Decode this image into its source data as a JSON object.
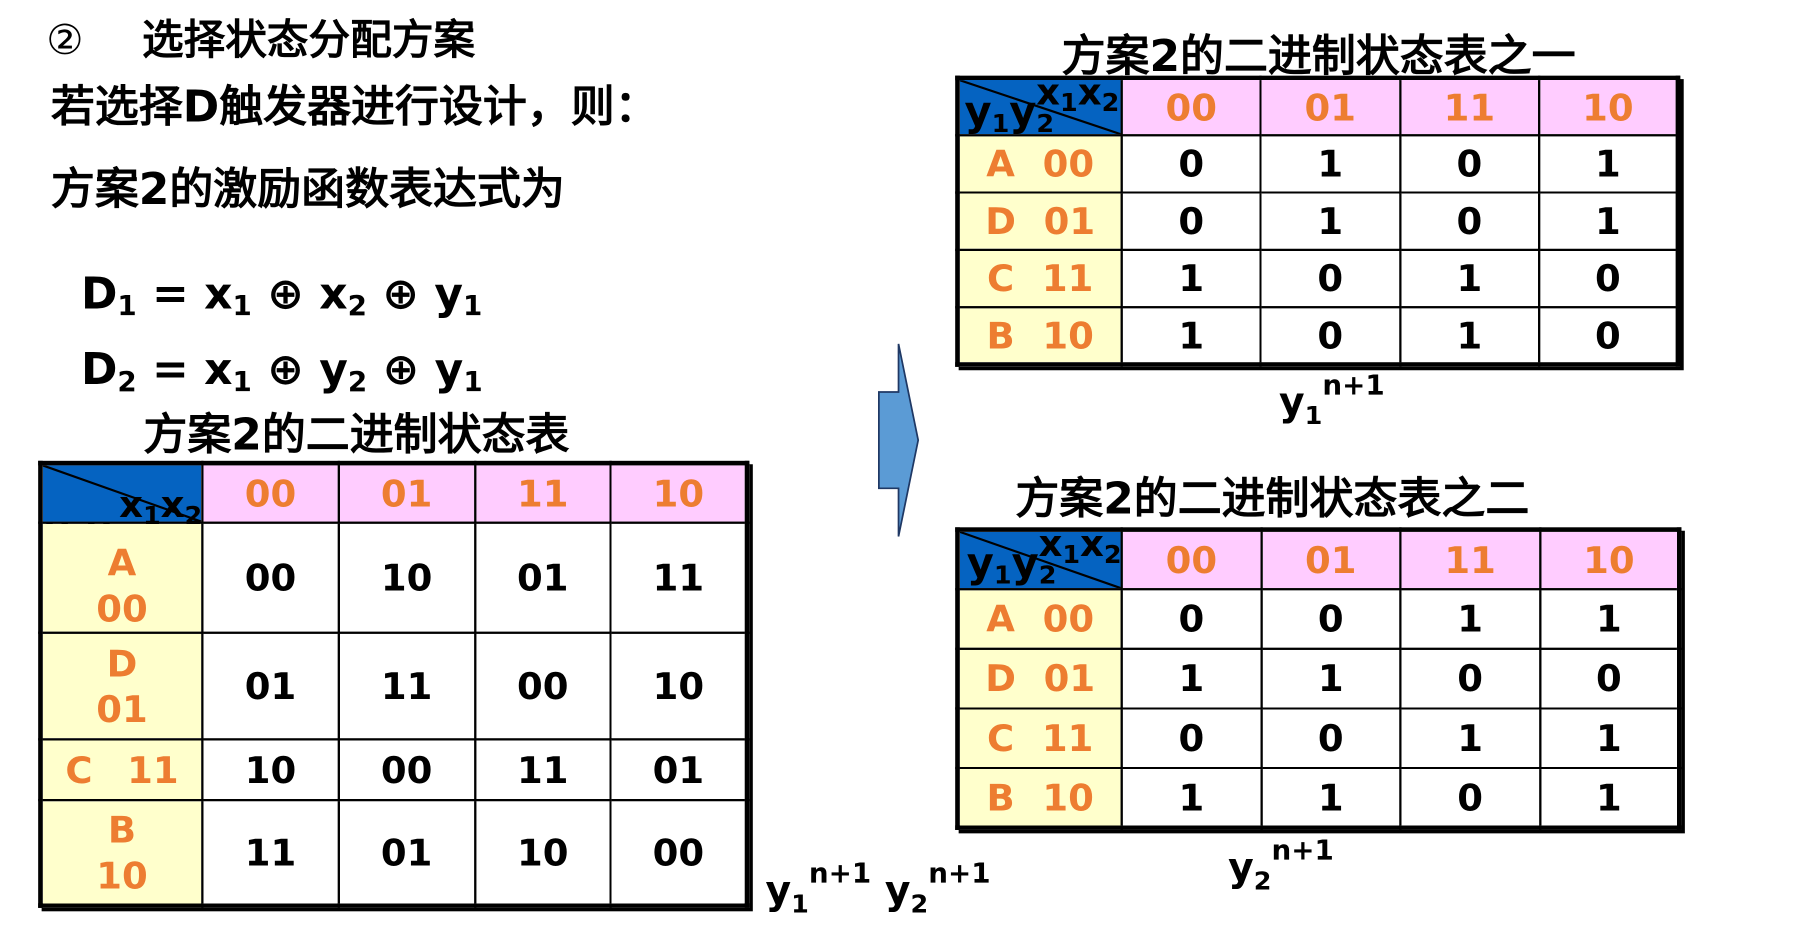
{
  "header": {
    "step_marker": "②",
    "step_title": "选择状态分配方案",
    "line1": "若选择D触发器进行设计，则：",
    "line2": "方案2的激励函数表达式为"
  },
  "formulas": {
    "d1": {
      "lhs": "D",
      "lhs_sub": "1",
      "eq": " = ",
      "t1": "x",
      "t1_sub": "1",
      "op1": " ⊕ ",
      "t2": "x",
      "t2_sub": "2",
      "op2": " ⊕ ",
      "t3": "y",
      "t3_sub": "1"
    },
    "d2": {
      "lhs": "D",
      "lhs_sub": "2",
      "eq": " = ",
      "t1": "x",
      "t1_sub": "1",
      "op1": " ⊕ ",
      "t2": "y",
      "t2_sub": "2",
      "op2": " ⊕ ",
      "t3": "y",
      "t3_sub": "1"
    }
  },
  "corner_label": {
    "x": "x",
    "x1_sub": "1",
    "x2": "x",
    "x2_sub": "2",
    "y": "y",
    "y1_sub": "1",
    "y2": "y",
    "y2_sub": "2"
  },
  "colors": {
    "corner_blue": "#0563C1",
    "header_pink": "#FFCCFF",
    "row_yellow": "#FFFFCC",
    "accent_orange": "#ED7D31",
    "arrow_blue": "#5B9BD5"
  },
  "main_table": {
    "title": "方案2的二进制状态表",
    "columns": [
      "00",
      "01",
      "11",
      "10"
    ],
    "rows": [
      {
        "state": "A",
        "code": "00",
        "values": [
          "00",
          "10",
          "01",
          "11"
        ]
      },
      {
        "state": "D",
        "code": "01",
        "values": [
          "01",
          "11",
          "00",
          "10"
        ]
      },
      {
        "state": "C",
        "code": "11",
        "values": [
          "10",
          "00",
          "11",
          "01"
        ]
      },
      {
        "state": "B",
        "code": "10",
        "values": [
          "11",
          "01",
          "10",
          "00"
        ]
      }
    ],
    "output_label": {
      "y1": "y",
      "y1_sub": "1",
      "y1_sup": "n+1",
      "y2": "y",
      "y2_sub": "2",
      "y2_sup": "n+1"
    }
  },
  "table_one": {
    "title": "方案2的二进制状态表之一",
    "columns": [
      "00",
      "01",
      "11",
      "10"
    ],
    "rows": [
      {
        "state": "A",
        "code": "00",
        "values": [
          "0",
          "1",
          "0",
          "1"
        ]
      },
      {
        "state": "D",
        "code": "01",
        "values": [
          "0",
          "1",
          "0",
          "1"
        ]
      },
      {
        "state": "C",
        "code": "11",
        "values": [
          "1",
          "0",
          "1",
          "0"
        ]
      },
      {
        "state": "B",
        "code": "10",
        "values": [
          "1",
          "0",
          "1",
          "0"
        ]
      }
    ],
    "output_label": {
      "y": "y",
      "sub": "1",
      "sup": "n+1"
    }
  },
  "table_two": {
    "title": "方案2的二进制状态表之二",
    "columns": [
      "00",
      "01",
      "11",
      "10"
    ],
    "rows": [
      {
        "state": "A",
        "code": "00",
        "values": [
          "0",
          "0",
          "1",
          "1"
        ]
      },
      {
        "state": "D",
        "code": "01",
        "values": [
          "1",
          "1",
          "0",
          "0"
        ]
      },
      {
        "state": "C",
        "code": "11",
        "values": [
          "0",
          "0",
          "1",
          "1"
        ]
      },
      {
        "state": "B",
        "code": "10",
        "values": [
          "1",
          "1",
          "0",
          "1"
        ]
      }
    ],
    "output_label": {
      "y": "y",
      "sub": "2",
      "sup": "n+1"
    }
  },
  "arrow": {
    "icon": "right-arrow-icon"
  }
}
